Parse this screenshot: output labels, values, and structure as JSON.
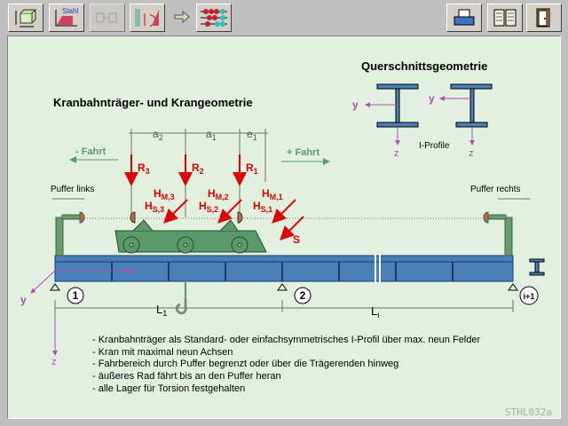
{
  "toolbar": {
    "buttons": [
      {
        "name": "geometry-button",
        "icon": "box-dimension-icon"
      },
      {
        "name": "steel-material-button",
        "icon": "stress-strain-icon",
        "label": "Stahl"
      },
      {
        "name": "connection-button",
        "icon": "bolt-icon",
        "disabled": true
      },
      {
        "name": "loads-button",
        "icon": "moment-icon"
      },
      {
        "name": "results-button",
        "icon": "abacus-icon"
      },
      {
        "name": "print-button",
        "icon": "printer-icon"
      },
      {
        "name": "manual-button",
        "icon": "book-icon"
      },
      {
        "name": "exit-button",
        "icon": "door-exit-icon"
      }
    ]
  },
  "diagram": {
    "title": "Kranbahnträger- und Krangeometrie",
    "section_title": "Querschnittsgeometrie",
    "section_label": "I-Profile",
    "dims": {
      "a2": "a",
      "a2_sub": "2",
      "a1": "a",
      "a1_sub": "1",
      "e1": "e",
      "e1_sub": "1",
      "L1": "L",
      "L1_sub": "1",
      "Li": "L",
      "Li_sub": "i"
    },
    "minus_fahrt": "- Fahrt",
    "plus_fahrt": "+ Fahrt",
    "puffer_links": "Puffer links",
    "puffer_rechts": "Puffer rechts",
    "R": [
      {
        "t": "R",
        "s": "3"
      },
      {
        "t": "R",
        "s": "2"
      },
      {
        "t": "R",
        "s": "1"
      }
    ],
    "HM": [
      {
        "t": "H",
        "s": "M,3"
      },
      {
        "t": "H",
        "s": "M,2"
      },
      {
        "t": "H",
        "s": "M,1"
      }
    ],
    "HS": [
      {
        "t": "H",
        "s": "S,3"
      },
      {
        "t": "H",
        "s": "S,2"
      },
      {
        "t": "H",
        "s": "S,1"
      }
    ],
    "S": "S",
    "supports": [
      "1",
      "2",
      "i+1"
    ],
    "axes": {
      "x": "x",
      "y": "y",
      "z": "z"
    }
  },
  "bullets": [
    "- Kranbahnträger als Standard- oder einfachsymmetrisches I-Profil über max. neun Felder",
    "- Kran mit maximal neun Achsen",
    "- Fahrbereich durch Puffer begrenzt oder über die Trägerenden hinweg",
    "- äußeres Rad fährt bis an den Puffer heran",
    "- alle Lager für Torsion festgehalten"
  ],
  "screen_code": "STHL032a",
  "colors": {
    "force": "#e00000",
    "axis": "#b050b0",
    "beam": "#4a80b8",
    "crane": "#5a9a6a",
    "dim": "#707070",
    "fahrt": "#5a9a7a"
  }
}
